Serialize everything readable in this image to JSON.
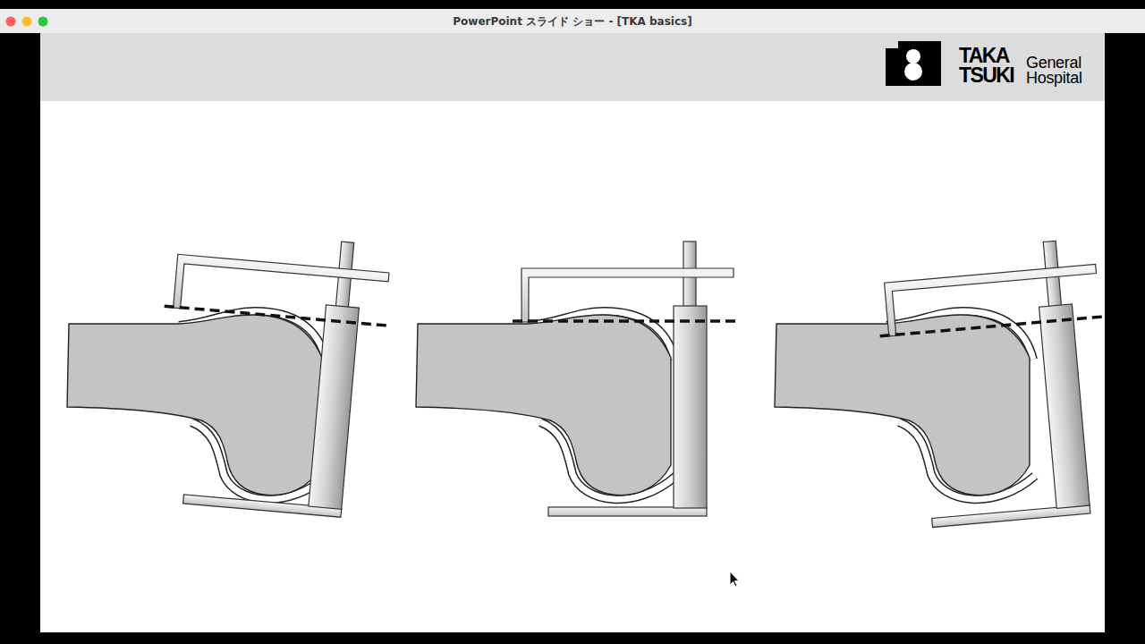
{
  "diagram": {
    "labels": [
      "PowerPoint スライド ショー - [TKA basics]",
      "TAKA TSUKI",
      "General Hospital"
    ]
  }
}
